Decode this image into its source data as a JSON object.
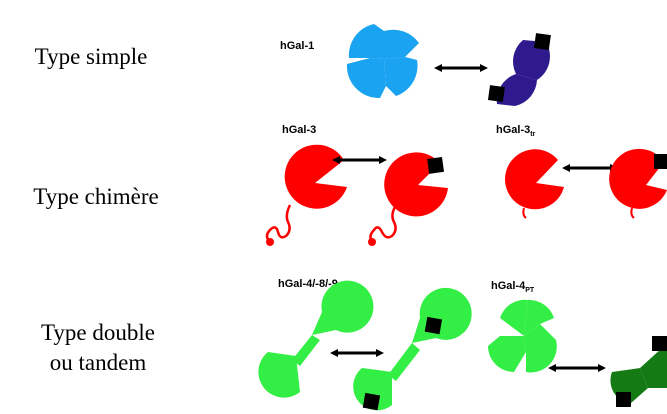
{
  "rows": [
    {
      "type_label_lines": [
        "Type simple"
      ],
      "galectins": [
        {
          "name": "hGal-1",
          "subscript": ""
        }
      ]
    },
    {
      "type_label_lines": [
        "Type chimère"
      ],
      "galectins": [
        {
          "name": "hGal-3",
          "subscript": ""
        },
        {
          "name": "hGal-3",
          "subscript": "tr"
        }
      ]
    },
    {
      "type_label_lines": [
        "Type double",
        "ou tandem"
      ],
      "galectins": [
        {
          "name": "hGal-4/-8/-9",
          "subscript": ""
        },
        {
          "name": "hGal-4",
          "subscript": "PT"
        }
      ]
    }
  ],
  "colors": {
    "simple_free": "#1aa3f0",
    "simple_bound": "#2e1a8c",
    "chimera": "#ff0000",
    "tandem_free": "#33ee44",
    "tandem_bound": "#147a14",
    "ligand": "#000000",
    "arrow": "#000000"
  }
}
